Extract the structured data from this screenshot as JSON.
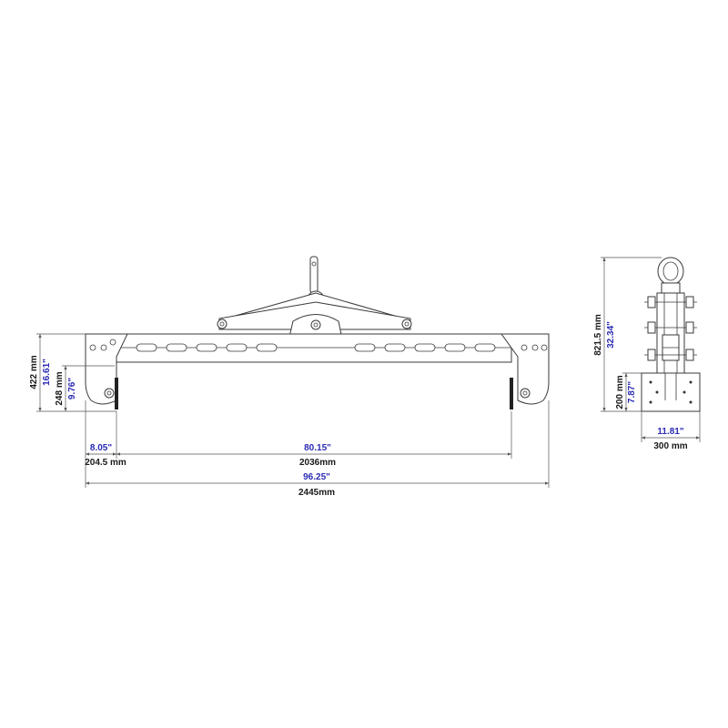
{
  "colors": {
    "line": "#3a3a3a",
    "metric_text": "#1a1a1a",
    "imperial_text": "#2b2bb3",
    "pad": "#222222"
  },
  "front_view": {
    "dims": {
      "total_height_mm": "422 mm",
      "total_height_in": "16.61\"",
      "jaw_height_mm": "248 mm",
      "jaw_height_in": "9.76\"",
      "end_offset_in": "8.05\"",
      "end_offset_mm": "204.5 mm",
      "jaw_span_in": "80.15\"",
      "jaw_span_mm": "2036mm",
      "overall_length_in": "96.25\"",
      "overall_length_mm": "2445mm"
    }
  },
  "side_view": {
    "dims": {
      "total_height_mm": "821.5 mm",
      "total_height_in": "32.34\"",
      "pad_height_mm": "200 mm",
      "pad_height_in": "7.87\"",
      "pad_width_in": "11.81\"",
      "pad_width_mm": "300 mm"
    }
  }
}
